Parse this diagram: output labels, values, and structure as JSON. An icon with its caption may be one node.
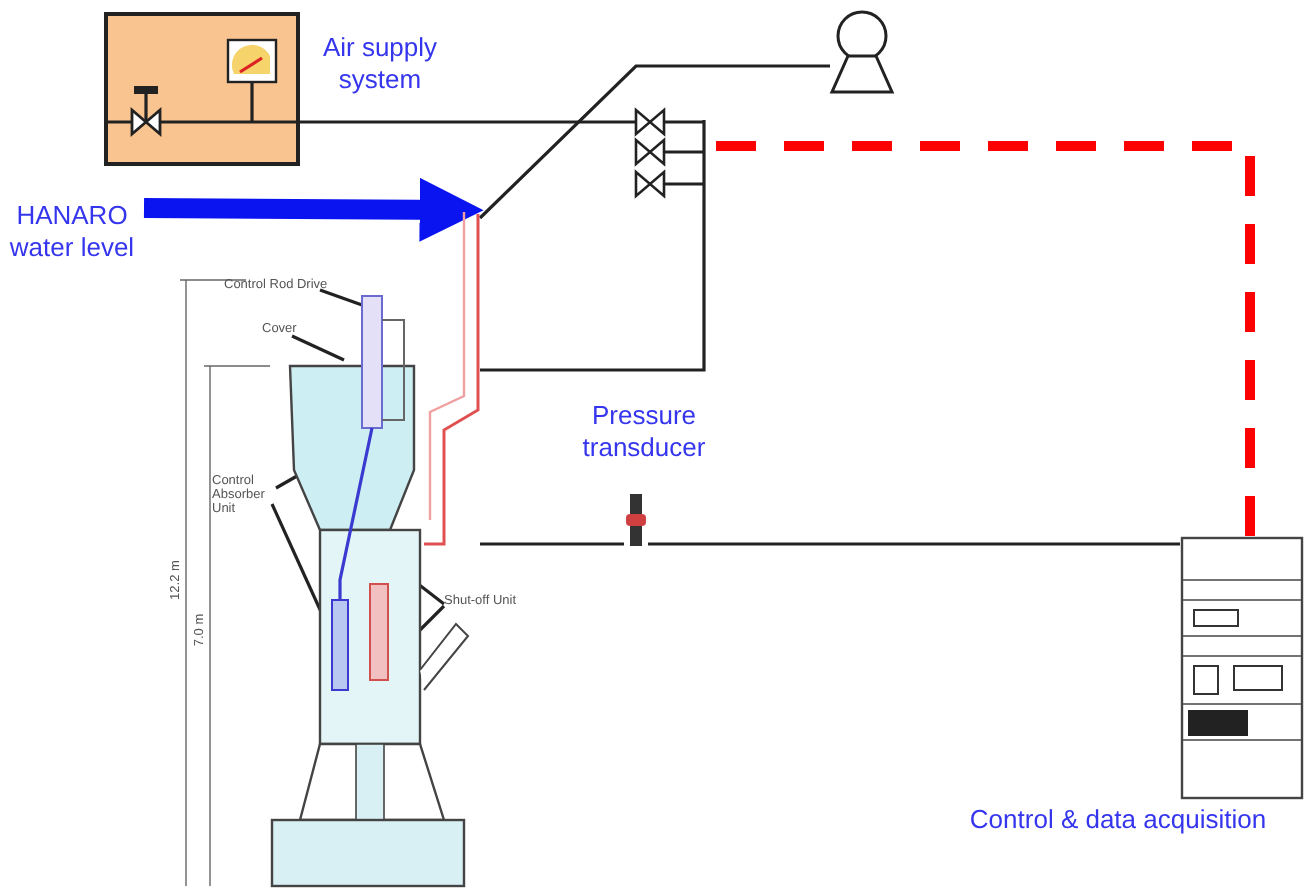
{
  "diagram": {
    "nodes": [
      {
        "text": [],
        "shape": "box",
        "beside": [
          "Air supply system"
        ]
      },
      {
        "text": [],
        "shape": "pump"
      },
      {
        "text": [],
        "shape": "valve"
      },
      {
        "text": [
          "HANARO water level"
        ]
      },
      {
        "text": [
          "Control Rod Drive"
        ]
      },
      {
        "text": [
          "Cover"
        ]
      },
      {
        "text": [],
        "shape": "picture"
      },
      {
        "text": [],
        "shape": "transducer",
        "beside": [
          "Pressure transducer"
        ]
      },
      {
        "text": [
          "Control Absorber Unit"
        ]
      },
      {
        "text": [
          "Shut-off Unit"
        ]
      },
      {
        "text": [],
        "shape": "cabinet",
        "beside": [
          "Control & data acquisition"
        ]
      }
    ],
    "edges": [
      {
        "from": 0,
        "to": 2,
        "arrow": "none"
      },
      {
        "from": 1,
        "to": 6,
        "arrow": "none"
      },
      {
        "from": 2,
        "to": 6,
        "arrow": "none"
      },
      {
        "from": 10,
        "to": 2,
        "arrow": "none",
        "style": "dashed",
        "color": "#ff0000"
      },
      {
        "from": 3,
        "to": 6,
        "arrow": "to",
        "style": "thick",
        "color": "#0a14f0"
      },
      {
        "from": 6,
        "to": 7,
        "arrow": "none"
      },
      {
        "from": 7,
        "to": 10,
        "arrow": "none"
      },
      {
        "from": 4,
        "to": 6,
        "arrow": "none"
      },
      {
        "from": 5,
        "to": 6,
        "arrow": "none"
      },
      {
        "from": 8,
        "to": 6,
        "arrow": "none"
      },
      {
        "from": 8,
        "to": 6,
        "arrow": "none"
      },
      {
        "from": 9,
        "to": 6,
        "arrow": "none"
      },
      {
        "from": 9,
        "to": 6,
        "arrow": "none"
      }
    ],
    "labels": [
      "12.2 m",
      "7.0 m"
    ]
  }
}
